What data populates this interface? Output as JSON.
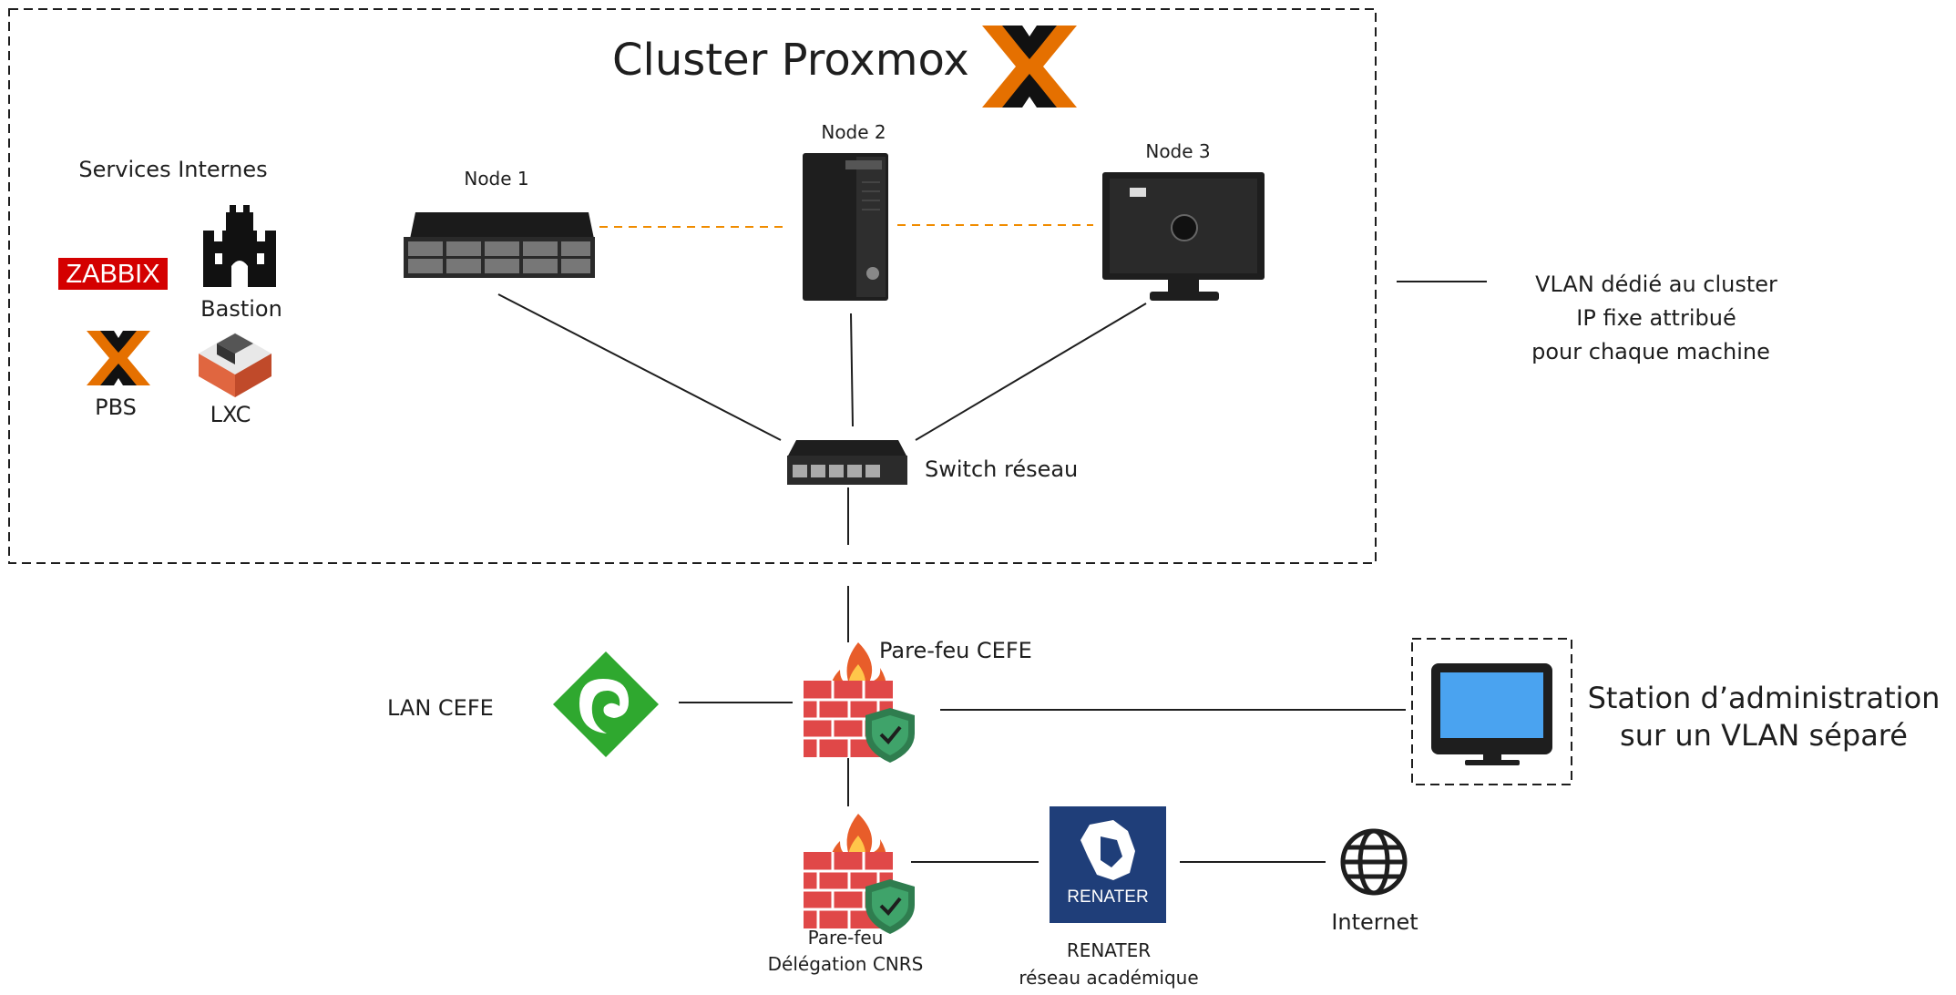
{
  "cluster": {
    "title": "Cluster Proxmox",
    "logo_icon": "proxmox-logo-icon"
  },
  "internal_services": {
    "heading": "Services Internes",
    "zabbix": "ZABBIX",
    "bastion": "Bastion",
    "pbs": "PBS",
    "lxc": "LXC"
  },
  "nodes": {
    "node1": "Node 1",
    "node2": "Node 2",
    "node3": "Node 3"
  },
  "switch": {
    "label": "Switch réseau"
  },
  "vlan_note": {
    "line1": "VLAN dédié au cluster",
    "line2": "IP fixe attribué",
    "line3": "pour chaque machine"
  },
  "lan": {
    "label": "LAN CEFE"
  },
  "firewall_cefe": {
    "label": "Pare-feu CEFE"
  },
  "admin_station": {
    "line1": "Station d’administration",
    "line2": "sur un VLAN séparé"
  },
  "firewall_cnrs": {
    "line1": "Pare-feu",
    "line2": "Délégation CNRS"
  },
  "renater": {
    "logo_text": "RENATER",
    "line1": "RENATER",
    "line2": "réseau académique"
  },
  "internet": {
    "label": "Internet"
  },
  "colors": {
    "proxmox_orange": "#e57000",
    "dashed_link": "#f08c00",
    "zabbix_red": "#d40000",
    "renater_blue": "#1f3e79",
    "firewall_brick": "#e04848",
    "shield_green": "#2f7d4f",
    "lan_green": "#2fa82f",
    "screen_blue": "#4aa3f0"
  }
}
